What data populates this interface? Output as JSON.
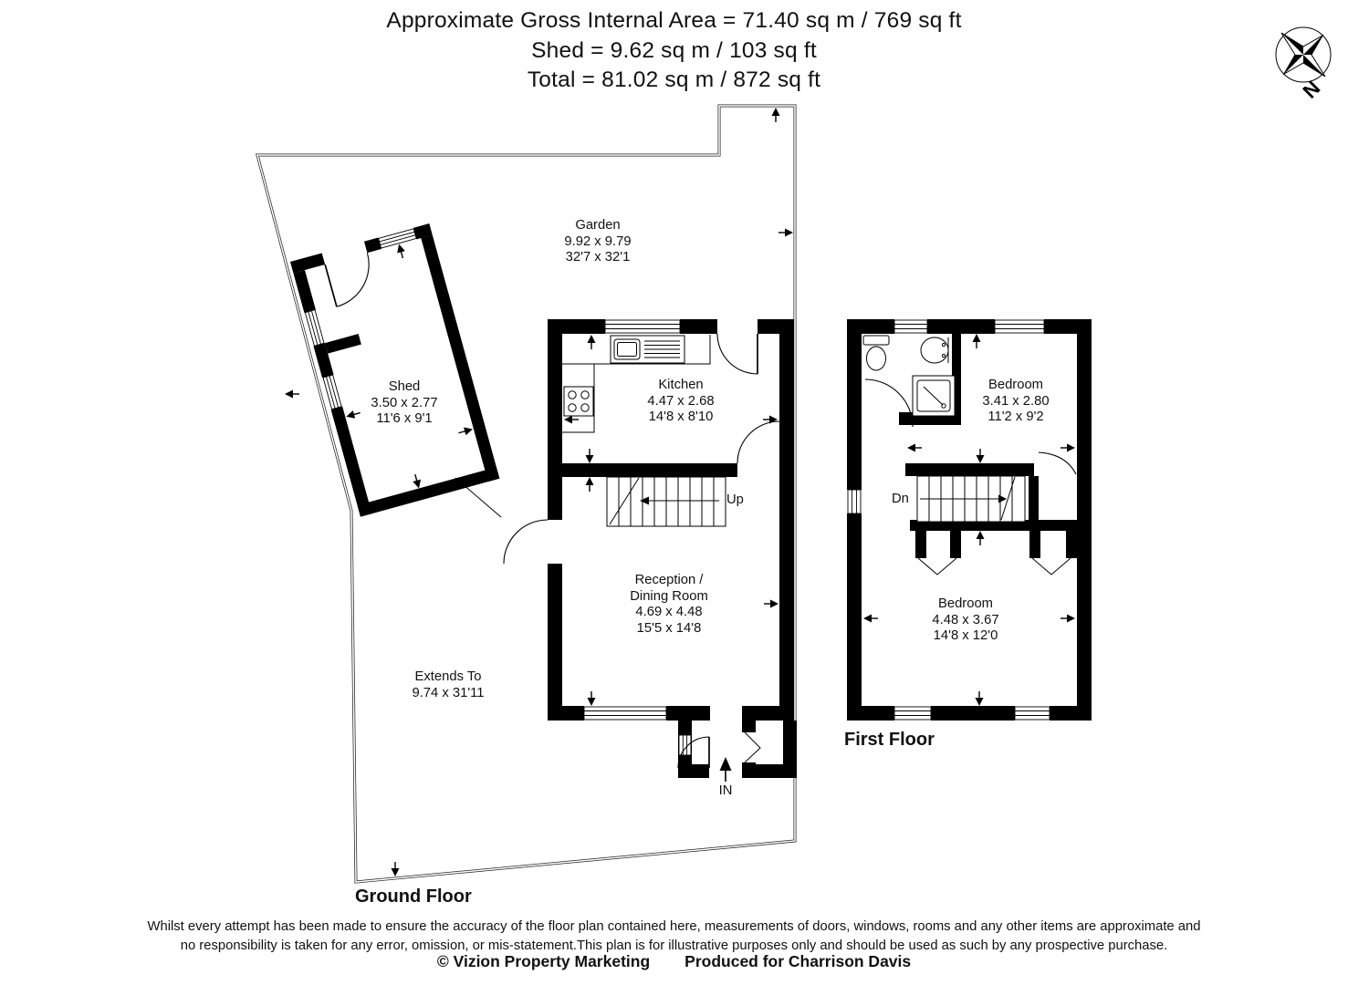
{
  "header": {
    "line1": "Approximate Gross Internal Area = 71.40 sq m / 769 sq ft",
    "line2": "Shed = 9.62 sq m / 103 sq ft",
    "line3": "Total = 81.02 sq m / 872 sq ft"
  },
  "compass": {
    "north_label": "N"
  },
  "ground_floor": {
    "title": "Ground Floor",
    "rooms": {
      "garden": {
        "name": "Garden",
        "metric": "9.92 x 9.79",
        "imperial": "32'7 x 32'1"
      },
      "shed": {
        "name": "Shed",
        "metric": "3.50 x 2.77",
        "imperial": "11'6 x 9'1"
      },
      "kitchen": {
        "name": "Kitchen",
        "metric": "4.47 x 2.68",
        "imperial": "14'8 x 8'10"
      },
      "reception": {
        "name_line1": "Reception /",
        "name_line2": "Dining Room",
        "metric": "4.69 x 4.48",
        "imperial": "15'5 x 14'8"
      },
      "extends_to": {
        "name": "Extends To",
        "size": "9.74 x 31'11"
      }
    },
    "stairs_label": "Up",
    "entrance_label": "IN"
  },
  "first_floor": {
    "title": "First Floor",
    "rooms": {
      "bedroom_front": {
        "name": "Bedroom",
        "metric": "3.41 x 2.80",
        "imperial": "11'2 x 9'2"
      },
      "bedroom_back": {
        "name": "Bedroom",
        "metric": "4.48 x 3.67",
        "imperial": "14'8 x 12'0"
      }
    },
    "stairs_label": "Dn"
  },
  "footer": {
    "disclaimer_line1": "Whilst every attempt has been made to ensure the accuracy of the floor plan contained here, measurements of doors, windows, rooms and any other items are approximate and",
    "disclaimer_line2": "no responsibility is taken for any error, omission, or mis-statement.This plan is for illustrative purposes only and should be used as such by any prospective purchase.",
    "credit_left": "© Vizion Property Marketing",
    "credit_right": "Produced for Charrison Davis"
  }
}
